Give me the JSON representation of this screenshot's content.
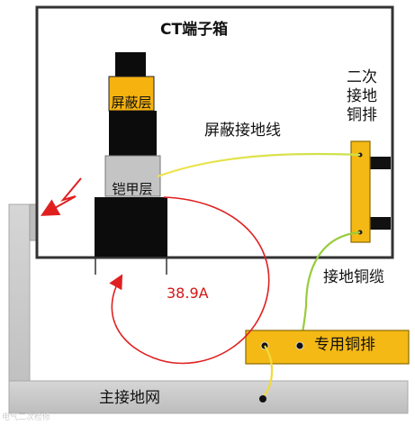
{
  "title": "CT端子箱",
  "labels": {
    "secondary_bar": "二次接地铜排",
    "shield_ground_wire": "屏蔽接地线",
    "ground_copper_cable": "接地铜缆",
    "dedicated_copper_bar": "专用铜排",
    "main_ground_grid": "主接地网",
    "shield_layer": "屏蔽层",
    "armor_layer": "铠甲层",
    "current": "38.9A"
  },
  "watermark": "电气二次检修",
  "colors": {
    "copper_bar": "#f5b915",
    "shield_layer": "#f6b20f",
    "armor_layer": "#c4c4c4",
    "cable_core": "#0c0c0c",
    "ground_grid": "#c8c8c8",
    "wire_green_yellow": "#d8e84a",
    "current_loop": "#e02020"
  }
}
